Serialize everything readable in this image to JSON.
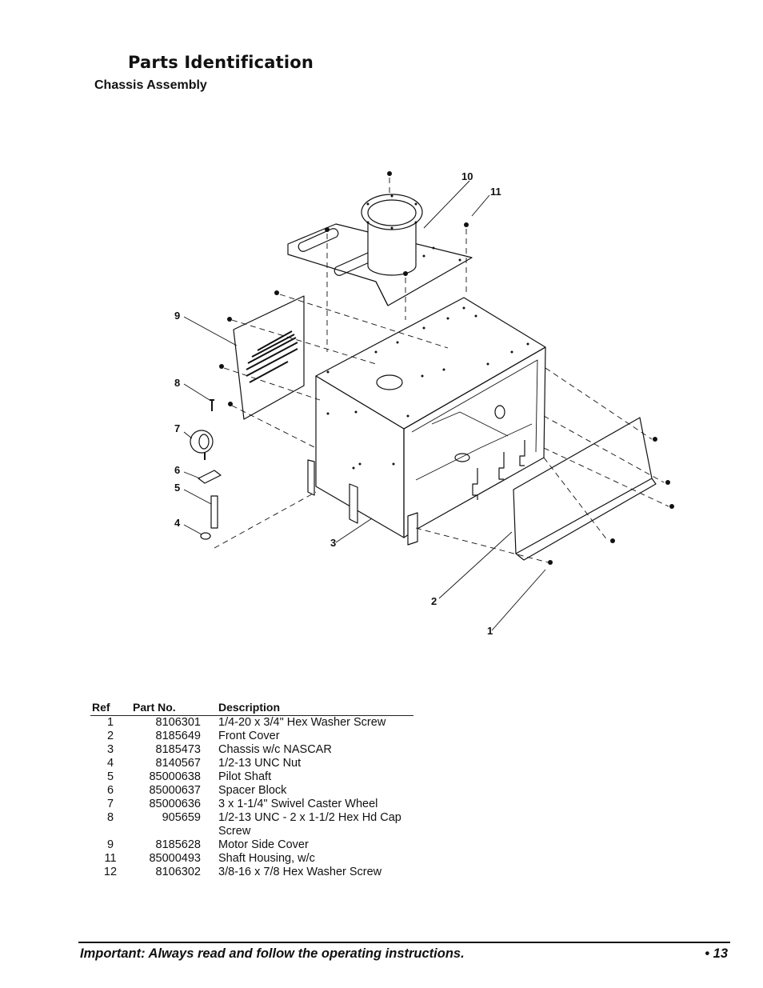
{
  "header": {
    "title": "Parts Identification",
    "subtitle": "Chassis Assembly"
  },
  "diagram": {
    "callouts": [
      "10",
      "11",
      "9",
      "8",
      "7",
      "6",
      "5",
      "4",
      "3",
      "2",
      "1"
    ]
  },
  "parts_table": {
    "headers": {
      "ref": "Ref",
      "part_no": "Part No.",
      "description": "Description"
    },
    "rows": [
      {
        "ref": "1",
        "part_no": "8106301",
        "description": "1/4-20 x 3/4\" Hex Washer Screw"
      },
      {
        "ref": "2",
        "part_no": "8185649",
        "description": "Front Cover"
      },
      {
        "ref": "3",
        "part_no": "8185473",
        "description": "Chassis w/c NASCAR"
      },
      {
        "ref": "4",
        "part_no": "8140567",
        "description": "1/2-13 UNC Nut"
      },
      {
        "ref": "5",
        "part_no": "85000638",
        "description": "Pilot Shaft"
      },
      {
        "ref": "6",
        "part_no": "85000637",
        "description": "Spacer Block"
      },
      {
        "ref": "7",
        "part_no": "85000636",
        "description": "3 x 1-1/4\" Swivel Caster Wheel"
      },
      {
        "ref": "8",
        "part_no": "905659",
        "description": "1/2-13 UNC - 2 x 1-1/2 Hex Hd Cap Screw"
      },
      {
        "ref": "9",
        "part_no": "8185628",
        "description": "Motor Side Cover"
      },
      {
        "ref": "11",
        "part_no": "85000493",
        "description": "Shaft Housing, w/c"
      },
      {
        "ref": "12",
        "part_no": "8106302",
        "description": "3/8-16 x 7/8 Hex Washer Screw"
      }
    ]
  },
  "footer": {
    "text": "Important: Always read and follow the operating instructions.",
    "page": "• 13"
  }
}
